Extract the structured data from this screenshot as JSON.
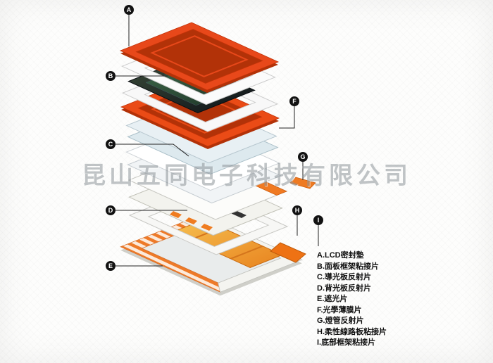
{
  "watermark": "昆山五同电子科技有限公司",
  "labels": [
    "A",
    "B",
    "C",
    "D",
    "E",
    "F",
    "G",
    "H",
    "I"
  ],
  "legend": [
    "A.LCD密封墊",
    "B.面板框架粘接片",
    "C.導光板反射片",
    "D.背光板反射片",
    "E.遮光片",
    "F.光學薄膜片",
    "G.燈管反射片",
    "H.柔性線路板粘接片",
    "I.底部框架粘接片"
  ]
}
